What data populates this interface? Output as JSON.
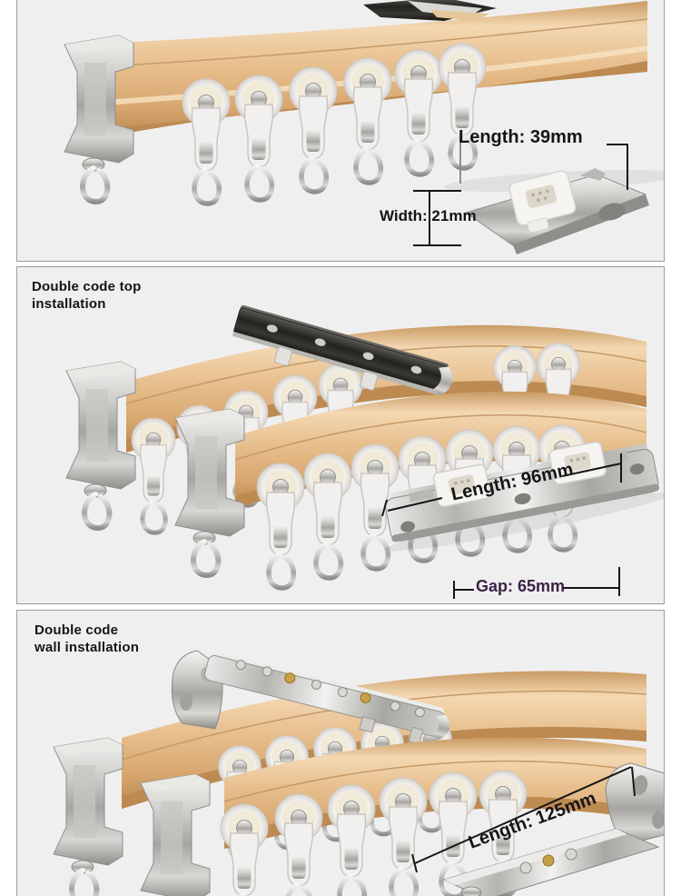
{
  "colors": {
    "page_bg": "#ffffff",
    "panel_bg": "#f0eff0",
    "panel_border": "#9c9c9c",
    "annotation_text": "#151515",
    "gap_text": "#3b2244",
    "dimension_line": "#161616",
    "rail_gold_light": "#f3d8b2",
    "rail_gold": "#e8bf8e",
    "rail_gold_dark": "#b5854f"
  },
  "single_bracket_panel": {
    "length_label": "Length: 39mm",
    "width_label": "Width: 21mm"
  },
  "top_install_panel": {
    "title_line1": "Double code top",
    "title_line2": "installation",
    "length_label": "Length: 96mm",
    "gap_label": "Gap: 65mm"
  },
  "wall_install_panel": {
    "title_line1": "Double code",
    "title_line2": "wall installation",
    "length_label": "Length: 125mm"
  }
}
